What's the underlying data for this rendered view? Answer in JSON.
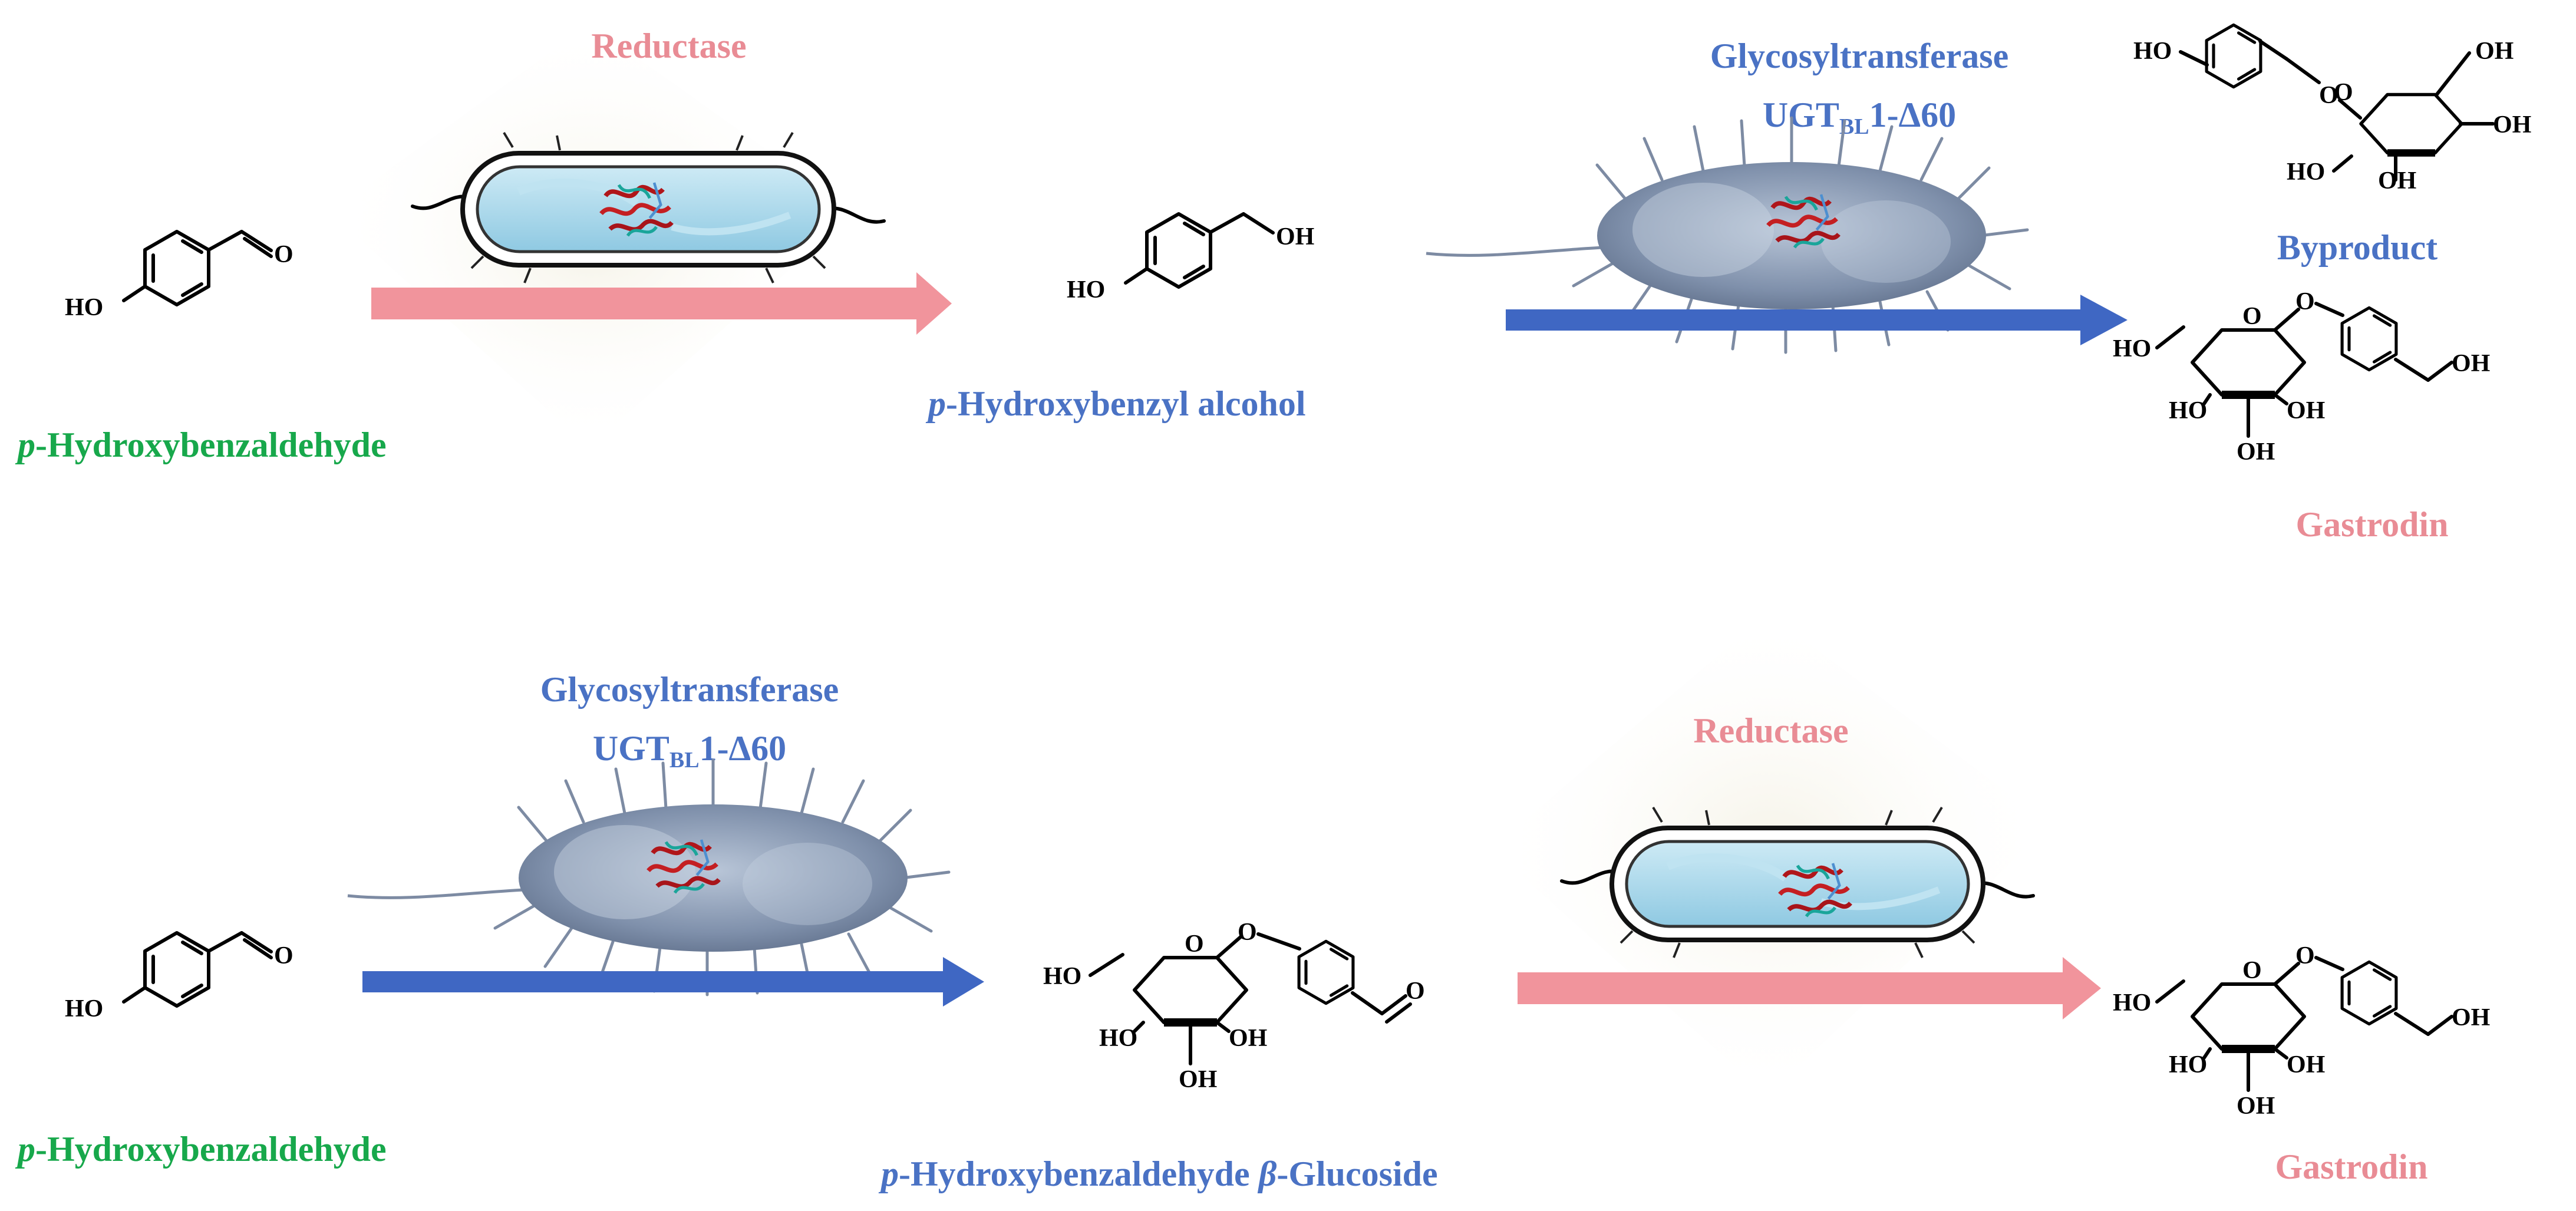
{
  "colors": {
    "green": "#17a84b",
    "blue": "#4a72c4",
    "pink": "#e98c95",
    "arrow_blue": "#3f67c3",
    "arrow_pink": "#f1949c",
    "cell_fill": "#9fd2e6",
    "bacterium": "#8b9bb4"
  },
  "top": {
    "enzyme1": "Reductase",
    "enzyme2_line1": "Glycosyltransferase",
    "enzyme2_prefix": "UGT",
    "enzyme2_sub": "BL",
    "enzyme2_suffix": "1-Δ60",
    "substrate_italic": "p",
    "substrate_rest": "-Hydroxybenzaldehyde",
    "intermediate_italic": "p",
    "intermediate_rest": "-Hydroxybenzyl alcohol",
    "byproduct": "Byproduct",
    "product": "Gastrodin"
  },
  "bottom": {
    "enzyme1_line1": "Glycosyltransferase",
    "enzyme1_prefix": "UGT",
    "enzyme1_sub": "BL",
    "enzyme1_suffix": "1-Δ60",
    "enzyme2": "Reductase",
    "substrate_italic": "p",
    "substrate_rest": "-Hydroxybenzaldehyde",
    "intermediate_italic_p": "p",
    "intermediate_mid": "-Hydroxybenzaldehyde ",
    "intermediate_italic_b": "β",
    "intermediate_end": "-Glucoside",
    "product": "Gastrodin"
  },
  "atoms": {
    "ho": "HO",
    "oh": "OH",
    "o": "O"
  },
  "icons": [
    "rod-cell-icon",
    "flagellated-bacterium-icon",
    "protein-structure-icon",
    "reaction-arrow-icon"
  ]
}
